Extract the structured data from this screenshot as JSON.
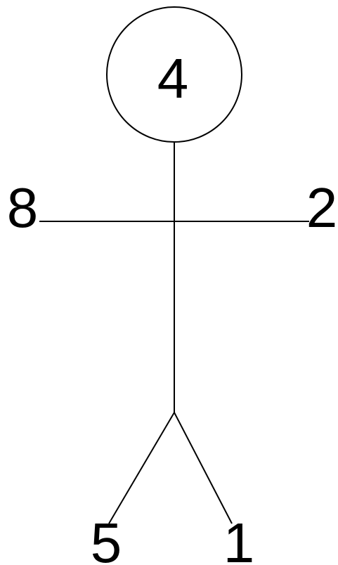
{
  "figure": {
    "head_label": "4",
    "left_hand_label": "8",
    "right_hand_label": "2",
    "left_foot_label": "5",
    "right_foot_label": "1"
  },
  "colors": {
    "line": "#000000",
    "background": "#ffffff"
  }
}
